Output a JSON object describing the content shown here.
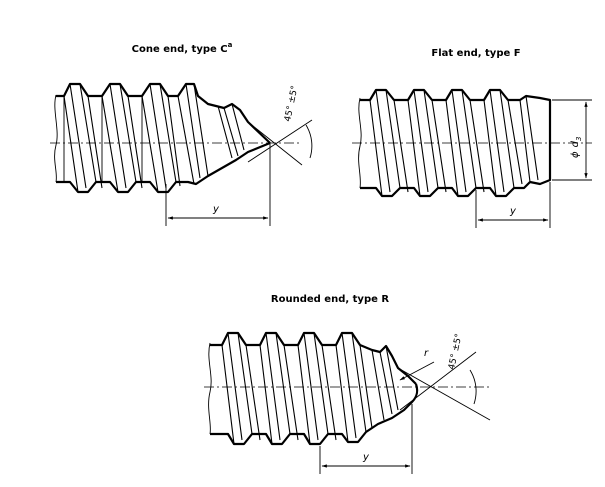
{
  "views": {
    "cone": {
      "title": "Cone end, type C",
      "footnote": "a",
      "angle": "45° ±5°",
      "length": "y"
    },
    "flat": {
      "title": "Flat end, type F",
      "diameter_symbol": "ϕ",
      "diameter_var": "d",
      "diameter_sub": "3",
      "length": "y"
    },
    "rounded": {
      "title": "Rounded end, type R",
      "radius": "r",
      "angle": "45° ±5°",
      "length": "y"
    }
  }
}
